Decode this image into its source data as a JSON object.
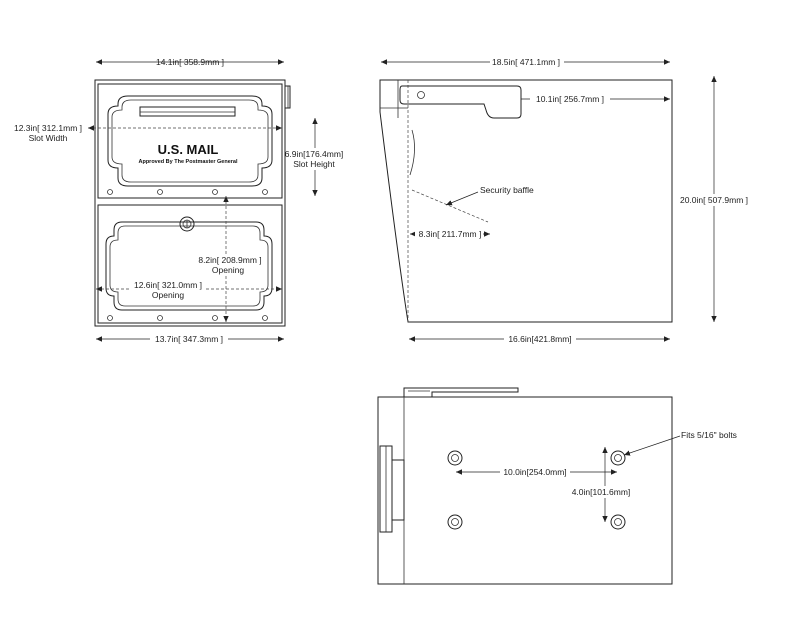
{
  "front_view": {
    "overall_width": "14.1in[ 358.9mm ]",
    "slot_width": "12.3in[ 312.1mm ]",
    "slot_width_label": "Slot Width",
    "slot_height": "6.9in[176.4mm]",
    "slot_height_label": "Slot Height",
    "brand_text": "U.S. MAIL",
    "approved_text": "Approved By The Postmaster General",
    "opening_height": "8.2in[ 208.9mm ]",
    "opening_height_label": "Opening",
    "opening_width": "12.6in[ 321.0mm ]",
    "opening_width_label": "Opening",
    "base_width": "13.7in[ 347.3mm ]"
  },
  "side_view": {
    "overall_depth": "18.5in[ 471.1mm ]",
    "flag_length": "10.1in[ 256.7mm ]",
    "security_baffle": "Security baffle",
    "baffle_depth": "8.3in[ 211.7mm ]",
    "overall_height": "20.0in[ 507.9mm ]",
    "base_depth": "16.6in[421.8mm]"
  },
  "bottom_view": {
    "bolts_note": "Fits 5/16\" bolts",
    "bolt_spacing_x": "10.0in[254.0mm]",
    "bolt_spacing_y": "4.0in[101.6mm]"
  }
}
